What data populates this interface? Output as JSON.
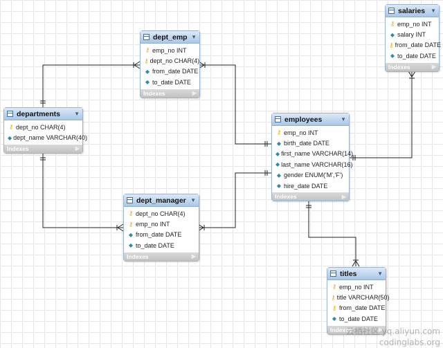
{
  "tables": {
    "dept_emp": {
      "name": "dept_emp",
      "fields": [
        {
          "label": "emp_no INT",
          "icon": "key"
        },
        {
          "label": "dept_no CHAR(4)",
          "icon": "key"
        },
        {
          "label": "from_date DATE",
          "icon": "diamond"
        },
        {
          "label": "to_date DATE",
          "icon": "diamond"
        }
      ],
      "indexes": "Indexes"
    },
    "salaries": {
      "name": "salaries",
      "fields": [
        {
          "label": "emp_no INT",
          "icon": "key"
        },
        {
          "label": "salary INT",
          "icon": "diamond"
        },
        {
          "label": "from_date DATE",
          "icon": "key"
        },
        {
          "label": "to_date DATE",
          "icon": "diamond"
        }
      ],
      "indexes": "Indexes"
    },
    "departments": {
      "name": "departments",
      "fields": [
        {
          "label": "dept_no CHAR(4)",
          "icon": "key"
        },
        {
          "label": "dept_name VARCHAR(40)",
          "icon": "diamond"
        }
      ],
      "indexes": "Indexes"
    },
    "employees": {
      "name": "employees",
      "fields": [
        {
          "label": "emp_no INT",
          "icon": "key"
        },
        {
          "label": "birth_date DATE",
          "icon": "diamond"
        },
        {
          "label": "first_name VARCHAR(14)",
          "icon": "diamond"
        },
        {
          "label": "last_name VARCHAR(16)",
          "icon": "diamond"
        },
        {
          "label": "gender ENUM('M','F')",
          "icon": "diamond"
        },
        {
          "label": "hire_date DATE",
          "icon": "diamond"
        }
      ],
      "indexes": "Indexes"
    },
    "dept_manager": {
      "name": "dept_manager",
      "fields": [
        {
          "label": "dept_no CHAR(4)",
          "icon": "key"
        },
        {
          "label": "emp_no INT",
          "icon": "key"
        },
        {
          "label": "from_date DATE",
          "icon": "diamond"
        },
        {
          "label": "to_date DATE",
          "icon": "diamond"
        }
      ],
      "indexes": "Indexes"
    },
    "titles": {
      "name": "titles",
      "fields": [
        {
          "label": "emp_no INT",
          "icon": "key"
        },
        {
          "label": "title VARCHAR(50)",
          "icon": "key"
        },
        {
          "label": "from_date DATE",
          "icon": "key"
        },
        {
          "label": "to_date DATE",
          "icon": "diamond"
        }
      ],
      "indexes": "Indexes"
    }
  },
  "watermarks": {
    "line1": "云栖社区 yq.aliyun.com",
    "line2": "codinglabs.org"
  }
}
